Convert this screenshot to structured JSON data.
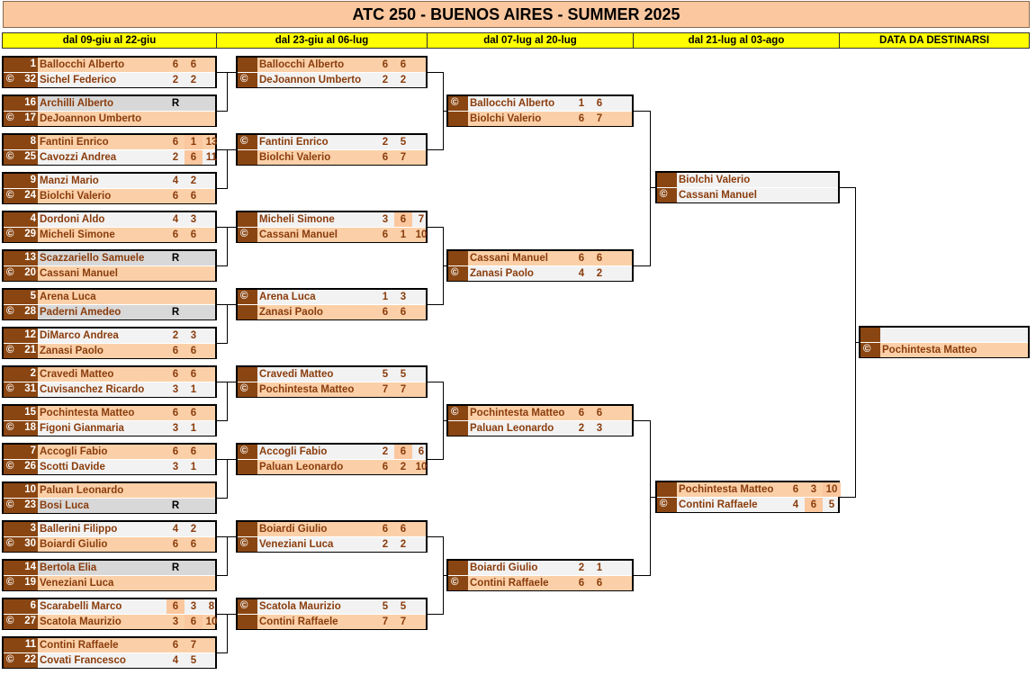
{
  "title": "ATC 250 - BUENOS AIRES - SUMMER 2025",
  "rounds": [
    "dal 09-giu al 22-giu",
    "dal 23-giu al 06-lug",
    "dal 07-lug al 20-lug",
    "dal 21-lug al 03-ago",
    "DATA DA DESTINARSI"
  ],
  "copy_symbol": "©",
  "r1": [
    {
      "p": [
        {
          "seed": "1",
          "name": "Ballocchi Alberto",
          "scores": [
            "6",
            "6"
          ],
          "win": true
        },
        {
          "seed": "32",
          "name": "Sichel Federico",
          "scores": [
            "2",
            "2"
          ],
          "copy": true
        }
      ]
    },
    {
      "p": [
        {
          "seed": "16",
          "name": "Archilli Alberto",
          "scores": [
            "R"
          ],
          "ret": true
        },
        {
          "seed": "17",
          "name": "DeJoannon Umberto",
          "scores": [],
          "win": true,
          "copy": true
        }
      ]
    },
    {
      "p": [
        {
          "seed": "8",
          "name": "Fantini Enrico",
          "scores": [
            "6",
            "1",
            "13"
          ],
          "win": true,
          "hl": [
            1
          ]
        },
        {
          "seed": "25",
          "name": "Cavozzi Andrea",
          "scores": [
            "2",
            "6",
            "11"
          ],
          "copy": true,
          "hl": [
            1
          ]
        }
      ]
    },
    {
      "p": [
        {
          "seed": "9",
          "name": "Manzi Mario",
          "scores": [
            "4",
            "2"
          ]
        },
        {
          "seed": "24",
          "name": "Biolchi Valerio",
          "scores": [
            "6",
            "6"
          ],
          "win": true,
          "copy": true
        }
      ]
    },
    {
      "p": [
        {
          "seed": "4",
          "name": "Dordoni Aldo",
          "scores": [
            "4",
            "3"
          ]
        },
        {
          "seed": "29",
          "name": "Micheli Simone",
          "scores": [
            "6",
            "6"
          ],
          "win": true,
          "copy": true
        }
      ]
    },
    {
      "p": [
        {
          "seed": "13",
          "name": "Scazzariello Samuele",
          "scores": [
            "R"
          ],
          "ret": true
        },
        {
          "seed": "20",
          "name": "Cassani Manuel",
          "scores": [],
          "win": true,
          "copy": true
        }
      ]
    },
    {
      "p": [
        {
          "seed": "5",
          "name": "Arena Luca",
          "scores": [],
          "win": true
        },
        {
          "seed": "28",
          "name": "Paderni Amedeo",
          "scores": [
            "R"
          ],
          "ret": true,
          "copy": true
        }
      ]
    },
    {
      "p": [
        {
          "seed": "12",
          "name": "DiMarco Andrea",
          "scores": [
            "2",
            "3"
          ]
        },
        {
          "seed": "21",
          "name": "Zanasi Paolo",
          "scores": [
            "6",
            "6"
          ],
          "win": true,
          "copy": true
        }
      ]
    },
    {
      "p": [
        {
          "seed": "2",
          "name": "Cravedi Matteo",
          "scores": [
            "6",
            "6"
          ],
          "win": true
        },
        {
          "seed": "31",
          "name": "Cuvisanchez Ricardo",
          "scores": [
            "3",
            "1"
          ],
          "copy": true
        }
      ]
    },
    {
      "p": [
        {
          "seed": "15",
          "name": "Pochintesta Matteo",
          "scores": [
            "6",
            "6"
          ],
          "win": true
        },
        {
          "seed": "18",
          "name": "Figoni Gianmaria",
          "scores": [
            "3",
            "1"
          ],
          "copy": true
        }
      ]
    },
    {
      "p": [
        {
          "seed": "7",
          "name": "Accogli Fabio",
          "scores": [
            "6",
            "6"
          ],
          "win": true
        },
        {
          "seed": "26",
          "name": "Scotti Davide",
          "scores": [
            "3",
            "1"
          ],
          "copy": true
        }
      ]
    },
    {
      "p": [
        {
          "seed": "10",
          "name": "Paluan Leonardo",
          "scores": [],
          "win": true
        },
        {
          "seed": "23",
          "name": "Bosi Luca",
          "scores": [
            "R"
          ],
          "ret": true,
          "copy": true
        }
      ]
    },
    {
      "p": [
        {
          "seed": "3",
          "name": "Ballerini Filippo",
          "scores": [
            "4",
            "2"
          ]
        },
        {
          "seed": "30",
          "name": "Boiardi Giulio",
          "scores": [
            "6",
            "6"
          ],
          "win": true,
          "copy": true
        }
      ]
    },
    {
      "p": [
        {
          "seed": "14",
          "name": "Bertola Elia",
          "scores": [
            "R"
          ],
          "ret": true
        },
        {
          "seed": "19",
          "name": "Veneziani Luca",
          "scores": [],
          "win": true,
          "copy": true
        }
      ]
    },
    {
      "p": [
        {
          "seed": "6",
          "name": "Scarabelli Marco",
          "scores": [
            "6",
            "3",
            "8"
          ],
          "hl": [
            0
          ]
        },
        {
          "seed": "27",
          "name": "Scatola Maurizio",
          "scores": [
            "3",
            "6",
            "10"
          ],
          "win": true,
          "copy": true,
          "hl": [
            1
          ]
        }
      ]
    },
    {
      "p": [
        {
          "seed": "11",
          "name": "Contini Raffaele",
          "scores": [
            "6",
            "7"
          ],
          "win": true
        },
        {
          "seed": "22",
          "name": "Covati Francesco",
          "scores": [
            "4",
            "5"
          ],
          "copy": true
        }
      ]
    }
  ],
  "r2": [
    {
      "p": [
        {
          "name": "Ballocchi Alberto",
          "scores": [
            "6",
            "6"
          ],
          "win": true
        },
        {
          "name": "DeJoannon Umberto",
          "scores": [
            "2",
            "2"
          ],
          "copy": true
        }
      ]
    },
    {
      "p": [
        {
          "name": "Fantini Enrico",
          "scores": [
            "2",
            "5"
          ],
          "copy": true
        },
        {
          "name": "Biolchi Valerio",
          "scores": [
            "6",
            "7"
          ],
          "win": true
        }
      ]
    },
    {
      "p": [
        {
          "name": "Micheli Simone",
          "scores": [
            "3",
            "6",
            "7"
          ],
          "hl": [
            1
          ]
        },
        {
          "name": "Cassani Manuel",
          "scores": [
            "6",
            "1",
            "10"
          ],
          "win": true,
          "copy": true
        }
      ]
    },
    {
      "p": [
        {
          "name": "Arena Luca",
          "scores": [
            "1",
            "3"
          ],
          "copy": true
        },
        {
          "name": "Zanasi Paolo",
          "scores": [
            "6",
            "6"
          ],
          "win": true
        }
      ]
    },
    {
      "p": [
        {
          "name": "Cravedi Matteo",
          "scores": [
            "5",
            "5"
          ]
        },
        {
          "name": "Pochintesta Matteo",
          "scores": [
            "7",
            "7"
          ],
          "win": true,
          "copy": true
        }
      ]
    },
    {
      "p": [
        {
          "name": "Accogli Fabio",
          "scores": [
            "2",
            "6",
            "6"
          ],
          "copy": true,
          "hl": [
            1
          ]
        },
        {
          "name": "Paluan Leonardo",
          "scores": [
            "6",
            "2",
            "10"
          ],
          "win": true
        }
      ]
    },
    {
      "p": [
        {
          "name": "Boiardi Giulio",
          "scores": [
            "6",
            "6"
          ],
          "win": true
        },
        {
          "name": "Veneziani Luca",
          "scores": [
            "2",
            "2"
          ],
          "copy": true
        }
      ]
    },
    {
      "p": [
        {
          "name": "Scatola Maurizio",
          "scores": [
            "5",
            "5"
          ],
          "copy": true
        },
        {
          "name": "Contini Raffaele",
          "scores": [
            "7",
            "7"
          ],
          "win": true
        }
      ]
    }
  ],
  "r3": [
    {
      "p": [
        {
          "name": "Ballocchi Alberto",
          "scores": [
            "1",
            "6"
          ],
          "copy": true
        },
        {
          "name": "Biolchi Valerio",
          "scores": [
            "6",
            "7"
          ],
          "win": true
        }
      ]
    },
    {
      "p": [
        {
          "name": "Cassani Manuel",
          "scores": [
            "6",
            "6"
          ],
          "win": true
        },
        {
          "name": "Zanasi Paolo",
          "scores": [
            "4",
            "2"
          ],
          "copy": true
        }
      ]
    },
    {
      "p": [
        {
          "name": "Pochintesta Matteo",
          "scores": [
            "6",
            "6"
          ],
          "win": true,
          "copy": true
        },
        {
          "name": "Paluan Leonardo",
          "scores": [
            "2",
            "3"
          ]
        }
      ]
    },
    {
      "p": [
        {
          "name": "Boiardi Giulio",
          "scores": [
            "2",
            "1"
          ]
        },
        {
          "name": "Contini Raffaele",
          "scores": [
            "6",
            "6"
          ],
          "win": true,
          "copy": true
        }
      ]
    }
  ],
  "r4": [
    {
      "p": [
        {
          "name": "Biolchi Valerio",
          "scores": []
        },
        {
          "name": "Cassani Manuel",
          "scores": [],
          "copy": true
        }
      ]
    },
    {
      "p": [
        {
          "name": "Pochintesta Matteo",
          "scores": [
            "6",
            "3",
            "10"
          ],
          "win": true,
          "hl": [
            2
          ]
        },
        {
          "name": "Contini Raffaele",
          "scores": [
            "4",
            "6",
            "5"
          ],
          "copy": true,
          "hl": [
            1
          ]
        }
      ]
    }
  ],
  "r5": [
    {
      "p": [
        {
          "name": "",
          "scores": []
        },
        {
          "name": "Pochintesta Matteo",
          "scores": [],
          "win": true,
          "copy": true
        }
      ]
    }
  ]
}
